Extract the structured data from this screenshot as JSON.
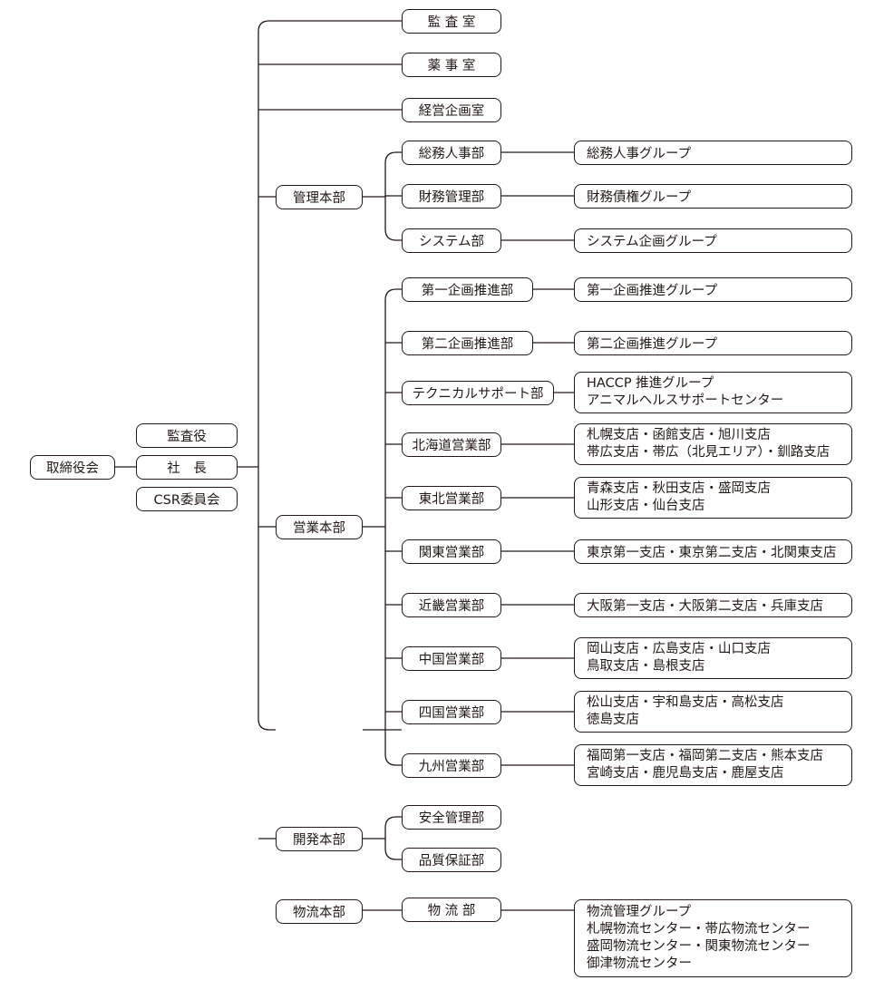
{
  "board": "取締役会",
  "auditor": "監査役",
  "president": "社　長",
  "csr_committee": "CSR委員会",
  "direct": [
    "監 査 室",
    "薬 事 室",
    "経営企画室"
  ],
  "divisions": {
    "admin": {
      "label": "管理本部",
      "departments": [
        {
          "label": "総務人事部",
          "groups": [
            "総務人事グループ"
          ]
        },
        {
          "label": "財務管理部",
          "groups": [
            "財務債権グループ"
          ]
        },
        {
          "label": "システム部",
          "groups": [
            "システム企画グループ"
          ]
        }
      ]
    },
    "sales": {
      "label": "営業本部",
      "departments": [
        {
          "label": "第一企画推進部",
          "groups": [
            "第一企画推進グループ"
          ]
        },
        {
          "label": "第二企画推進部",
          "groups": [
            "第二企画推進グループ"
          ]
        },
        {
          "label": "テクニカルサポート部",
          "groups": [
            "HACCP 推進グループ",
            "アニマルヘルスサポートセンター"
          ]
        },
        {
          "label": "北海道営業部",
          "groups": [
            "札幌支店・函館支店・旭川支店",
            "帯広支店・帯広（北見エリア）・釧路支店"
          ]
        },
        {
          "label": "東北営業部",
          "groups": [
            "青森支店・秋田支店・盛岡支店",
            "山形支店・仙台支店"
          ]
        },
        {
          "label": "関東営業部",
          "groups": [
            "東京第一支店・東京第二支店・北関東支店"
          ]
        },
        {
          "label": "近畿営業部",
          "groups": [
            "大阪第一支店・大阪第二支店・兵庫支店"
          ]
        },
        {
          "label": "中国営業部",
          "groups": [
            "岡山支店・広島支店・山口支店",
            "鳥取支店・島根支店"
          ]
        },
        {
          "label": "四国営業部",
          "groups": [
            "松山支店・宇和島支店・高松支店",
            "徳島支店"
          ]
        },
        {
          "label": "九州営業部",
          "groups": [
            "福岡第一支店・福岡第二支店・熊本支店",
            "宮崎支店・鹿児島支店・鹿屋支店"
          ]
        }
      ]
    },
    "dev": {
      "label": "開発本部",
      "departments": [
        {
          "label": "安全管理部"
        },
        {
          "label": "品質保証部"
        }
      ]
    },
    "logistics": {
      "label": "物流本部",
      "departments": [
        {
          "label": "物 流 部",
          "groups": [
            "物流管理グループ",
            "札幌物流センター・帯広物流センター",
            "盛岡物流センター・関東物流センター",
            "御津物流センター"
          ]
        }
      ]
    }
  }
}
